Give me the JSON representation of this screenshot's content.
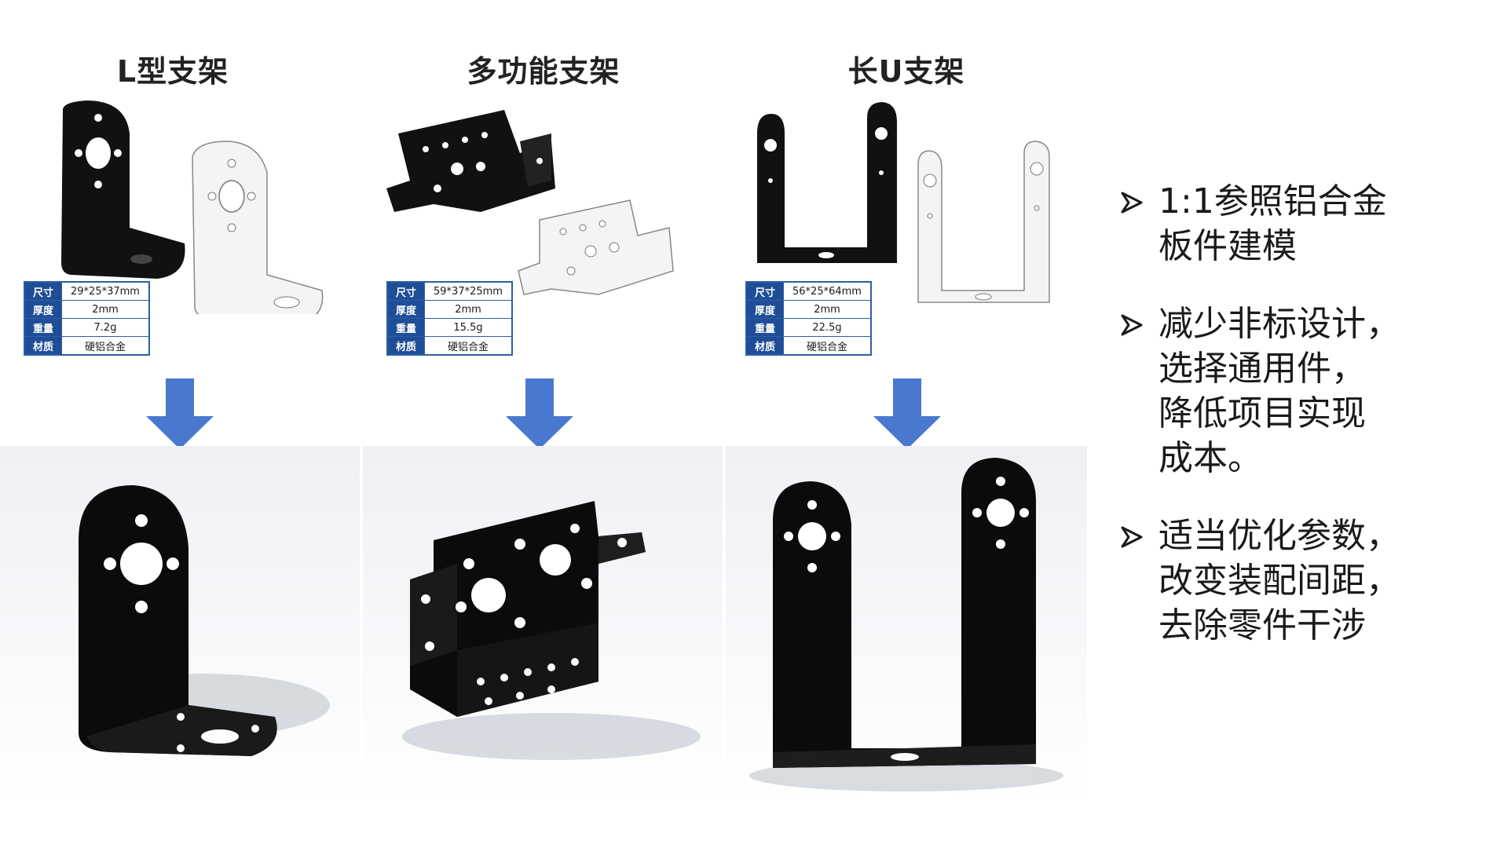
{
  "columns": [
    {
      "title": "L型支架",
      "specs": [
        {
          "key": "尺寸",
          "value": "29*25*37mm"
        },
        {
          "key": "厚度",
          "value": "2mm"
        },
        {
          "key": "重量",
          "value": "7.2g"
        },
        {
          "key": "材质",
          "value": "硬铝合金"
        }
      ]
    },
    {
      "title": "多功能支架",
      "specs": [
        {
          "key": "尺寸",
          "value": "59*37*25mm"
        },
        {
          "key": "厚度",
          "value": "2mm"
        },
        {
          "key": "重量",
          "value": "15.5g"
        },
        {
          "key": "材质",
          "value": "硬铝合金"
        }
      ]
    },
    {
      "title": "长U支架",
      "specs": [
        {
          "key": "尺寸",
          "value": "56*25*64mm"
        },
        {
          "key": "厚度",
          "value": "2mm"
        },
        {
          "key": "重量",
          "value": "22.5g"
        },
        {
          "key": "材质",
          "value": "硬铝合金"
        }
      ]
    }
  ],
  "bullets": [
    {
      "lines": [
        "1:1参照铝合金",
        "板件建模"
      ]
    },
    {
      "lines": [
        "减少非标设计，",
        "选择通用件，",
        "降低项目实现",
        "成本。"
      ]
    },
    {
      "lines": [
        "适当优化参数，",
        "改变装配间距，",
        "去除零件干涉"
      ]
    }
  ],
  "colors": {
    "arrow": "#4a78cf",
    "spec_header": "#1f4e96",
    "part_black": "#111111",
    "part_white": "#f2f2f2"
  },
  "icons": {
    "bullet": "arrowhead-bullet-icon",
    "down_arrow": "down-arrow-icon"
  }
}
